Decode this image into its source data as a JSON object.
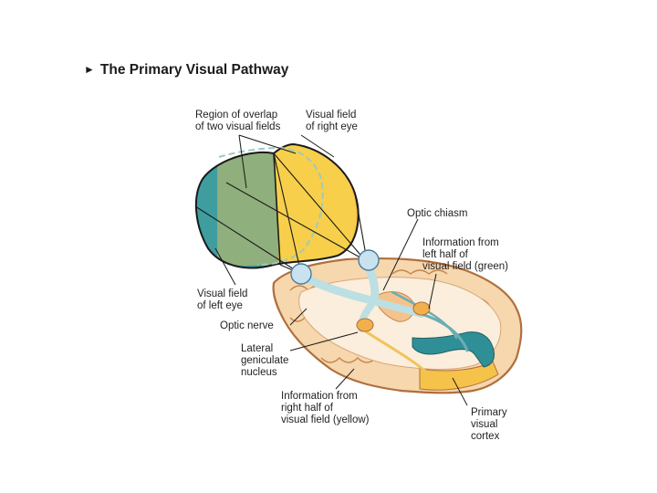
{
  "title": "The Primary Visual Pathway",
  "title_arrow": "►",
  "colors": {
    "left_field": "#3f9d9f",
    "overlap": "#8faf7d",
    "right_field": "#f7cf4a",
    "right_field_edge": "#f3b34b",
    "brain_tissue": "#f6d7ae",
    "brain_outline": "#b06f3c",
    "nerve": "#bcdfe3",
    "lgn": "#f2b04c",
    "cortex_blue": "#2f8f97",
    "cortex_yellow": "#f5c24a"
  },
  "labels": {
    "overlap": [
      "Region of overlap",
      "of two visual fields"
    ],
    "right_eye_field": [
      "Visual field",
      "of right eye"
    ],
    "optic_chiasm": [
      "Optic chiasm"
    ],
    "info_left": [
      "Information from",
      "left half of",
      "visual field (green)"
    ],
    "left_eye_field": [
      "Visual field",
      "of left eye"
    ],
    "optic_nerve": [
      "Optic nerve"
    ],
    "lgn": [
      "Lateral",
      "geniculate",
      "nucleus"
    ],
    "info_right": [
      "Information from",
      "right half of",
      "visual field (yellow)"
    ],
    "primary_cortex": [
      "Primary",
      "visual",
      "cortex"
    ]
  }
}
